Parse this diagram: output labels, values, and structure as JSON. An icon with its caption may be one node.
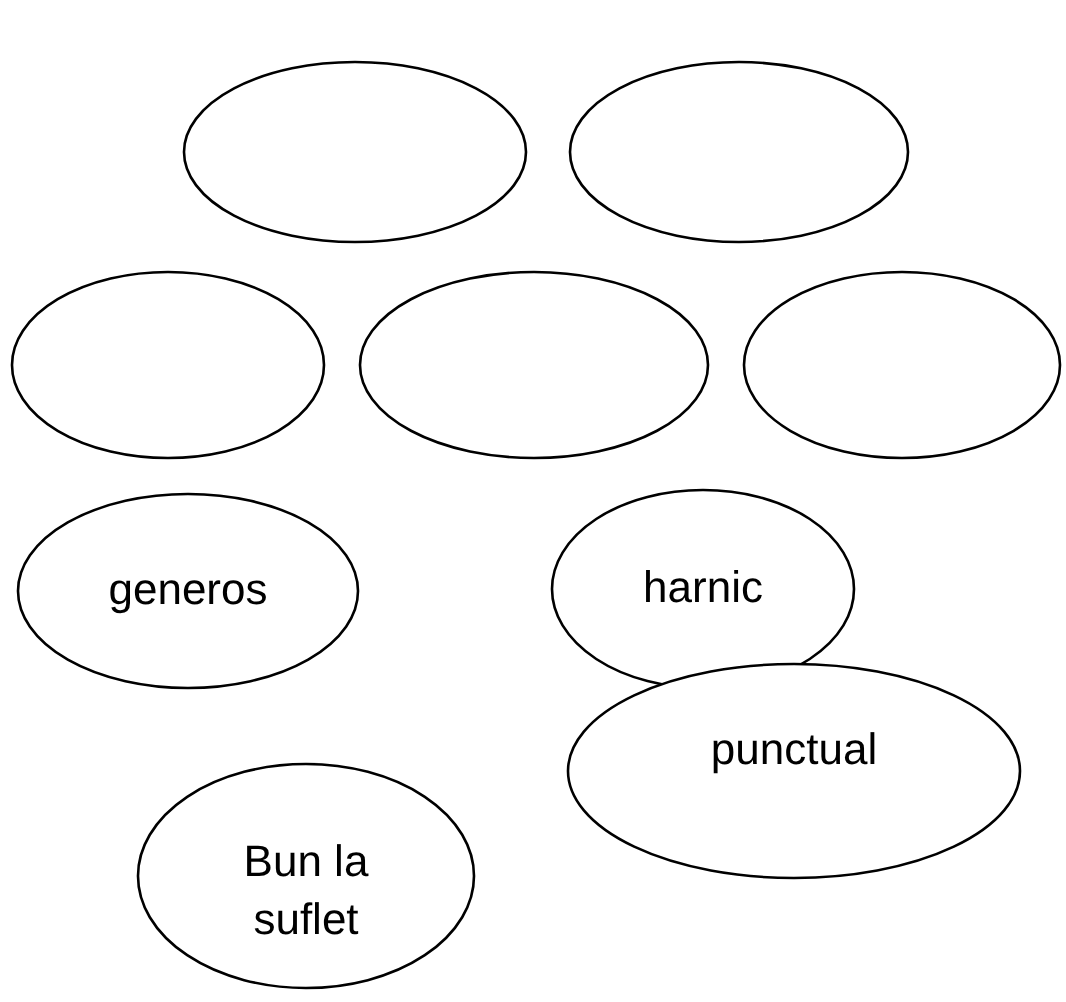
{
  "diagram": {
    "nodes": [
      {
        "text": [],
        "shape": "ellipse"
      },
      {
        "text": [],
        "shape": "ellipse"
      },
      {
        "text": [],
        "shape": "ellipse"
      },
      {
        "text": [],
        "shape": "ellipse"
      },
      {
        "text": [],
        "shape": "ellipse"
      },
      {
        "text": [
          "generos"
        ]
      },
      {
        "text": [
          "harnic"
        ]
      },
      {
        "text": [
          "punctual"
        ]
      },
      {
        "text": [
          "Bun la suflet"
        ]
      }
    ]
  }
}
